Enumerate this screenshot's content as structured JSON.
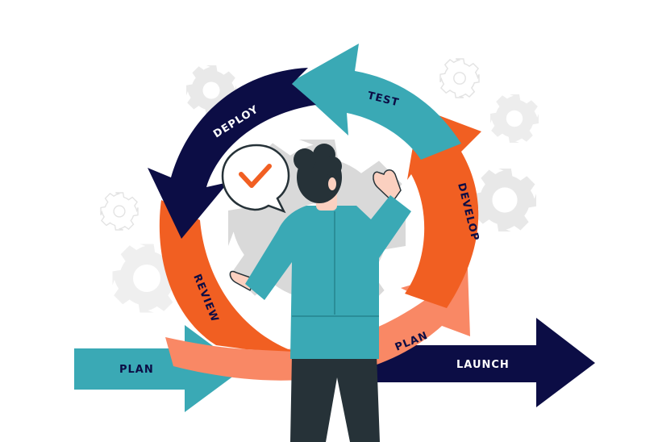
{
  "stages": {
    "deploy": "DEPLOY",
    "test": "TEST",
    "develop": "DEVELOP",
    "review": "REVIEW",
    "plan_inner": "PLAN",
    "plan_entry": "PLAN",
    "launch": "LAUNCH"
  },
  "colors": {
    "navy": "#0c0d45",
    "teal": "#3aa9b5",
    "orange": "#f15f22",
    "salmon": "#f98865",
    "gear_light": "#ececec",
    "gear_center": "#d9d9d9",
    "shirt": "#3aa9b5",
    "pants": "#263238",
    "hair": "#263238",
    "skin": "#fbd0c0",
    "check": "#f15f22"
  }
}
